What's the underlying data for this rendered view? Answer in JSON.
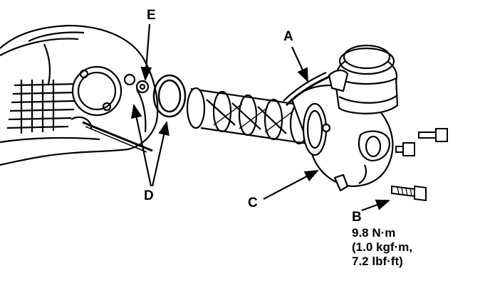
{
  "callouts": {
    "a": "A",
    "b": "B",
    "c": "C",
    "d": "D",
    "e": "E"
  },
  "torque_spec": {
    "line1": "9.8 N·m",
    "line2": "(1.0 kgf·m,",
    "line3": "7.2 lbf·ft)"
  },
  "colors": {
    "ink": "#000000",
    "paper": "#ffffff"
  }
}
